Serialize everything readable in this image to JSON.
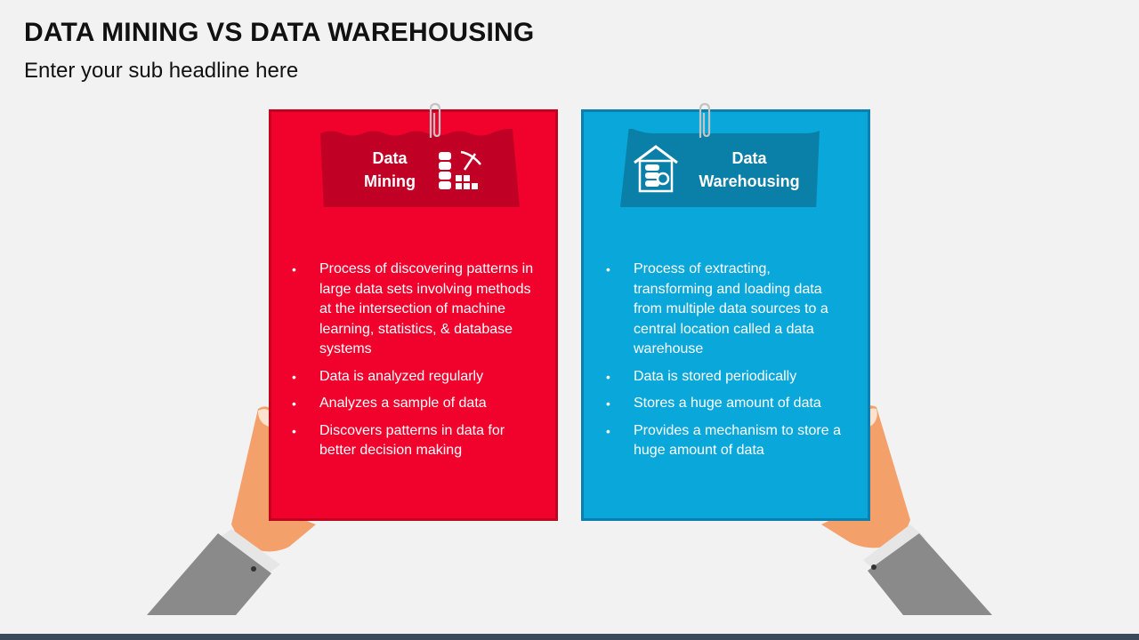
{
  "header": {
    "title": "DATA MINING VS DATA WAREHOUSING",
    "subtitle": "Enter your sub headline here"
  },
  "cards": [
    {
      "heading_line1": "Data",
      "heading_line2": "Mining",
      "icon": "data-mining-icon",
      "color": "#f0022c",
      "tag_color": "#c10026",
      "bullets": [
        "Process of discovering patterns in large data sets involving methods at the intersection of machine learning, statistics, & database systems",
        "Data is analyzed regularly",
        "Analyzes a sample of data",
        "Discovers patterns in data for better decision making"
      ]
    },
    {
      "heading_line1": "Data",
      "heading_line2": "Warehousing",
      "icon": "data-warehouse-icon",
      "color": "#0aa7da",
      "tag_color": "#0a7fa8",
      "bullets": [
        "Process of extracting, transforming and loading data from multiple data sources to a central location called a data warehouse",
        "Data is stored periodically",
        "Stores a huge amount of data",
        "Provides a mechanism to store a huge amount of data"
      ]
    }
  ],
  "colors": {
    "background": "#f2f2f2",
    "sleeve": "#8a8a8a",
    "skin": "#f4a06b",
    "footer": "#3b4a5c"
  }
}
